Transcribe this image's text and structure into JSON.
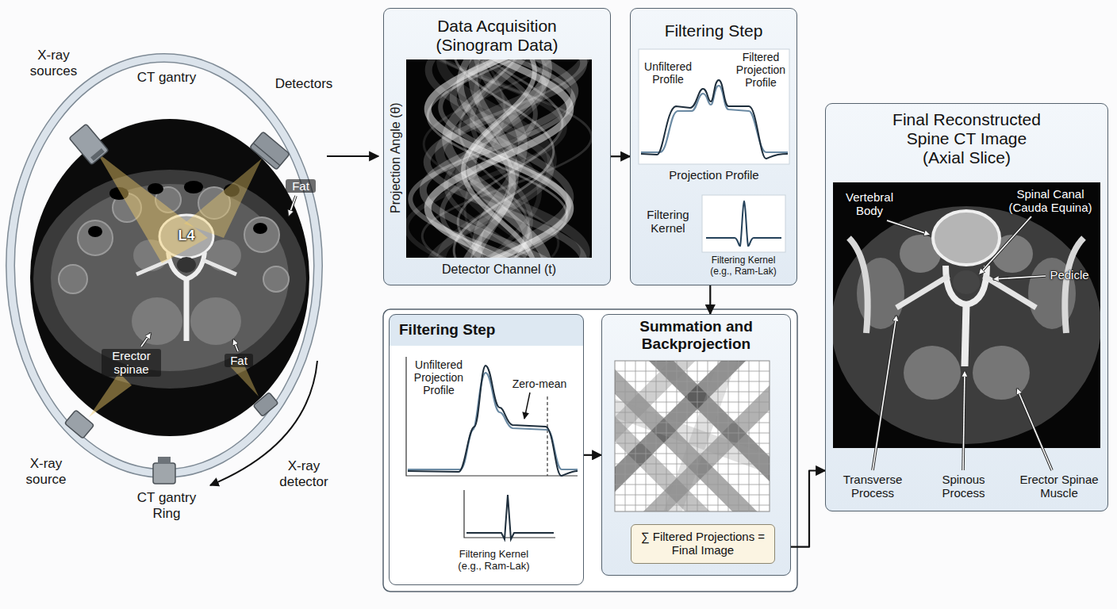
{
  "diagram": {
    "nodes": [
      {
        "text": [
          "Data Acquisition (Sinogram Data)"
        ]
      },
      {
        "text": [
          "Filtering Step"
        ]
      },
      {
        "text": [
          "Filtering Step"
        ]
      },
      {
        "text": [
          "Summation and Backprojection"
        ]
      },
      {
        "text": [
          "∑ Filtered Projections = Final Image"
        ],
        "in": 3
      },
      {
        "text": [
          "Final Reconstructed Spine CT Image (Axial Slice)"
        ]
      }
    ],
    "edges": [
      {
        "from": 0,
        "to": 1,
        "arrow": "to"
      },
      {
        "from": 1,
        "to": 3,
        "arrow": "to"
      },
      {
        "from": 2,
        "to": 3,
        "arrow": "to"
      },
      {
        "from": 3,
        "to": 5,
        "arrow": "to"
      }
    ],
    "labels": [
      "CT gantry",
      "X-ray sources",
      "Detectors",
      "Fat",
      "L4",
      "Erector spinae",
      "Fat",
      "X-ray source",
      "CT gantry Ring",
      "X-ray detector",
      "Projection Angle (θ)",
      "Detector Channel (t)",
      "Unfiltered Profile",
      "Filtered Projection Profile",
      "Projection Profile",
      "Filtering Kernel",
      "Filtering Kernel (e.g., Ram-Lak)",
      "Unfiltered Projection Profile",
      "Zero-mean",
      "Filtering Kernel (e.g., Ram-Lak)",
      "Vertebral Body",
      "Spinal Canal (Cauda Equina)",
      "Pedicle",
      "Transverse Process",
      "Spinous Process",
      "Erector Spinae Muscle"
    ]
  }
}
